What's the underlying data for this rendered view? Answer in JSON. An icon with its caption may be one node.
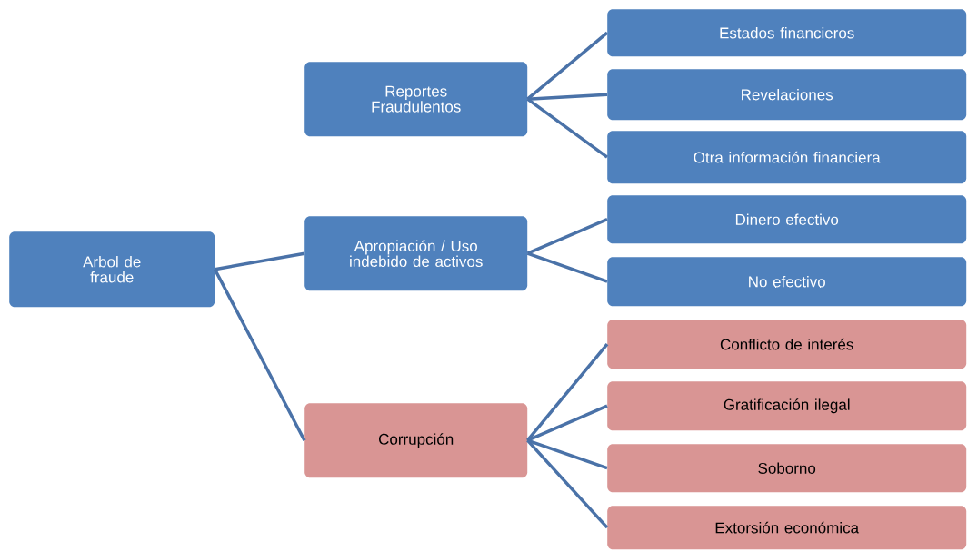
{
  "diagram": {
    "nodes": [
      {
        "text": [
          "Arbol de fraude"
        ]
      },
      {
        "text": [
          "Reportes Fraudulentos"
        ]
      },
      {
        "text": [
          "Apropiación / Uso indebido de activos"
        ]
      },
      {
        "text": [
          "Corrupción"
        ]
      },
      {
        "text": [
          "Estados financieros"
        ]
      },
      {
        "text": [
          "Revelaciones"
        ]
      },
      {
        "text": [
          "Otra información financiera"
        ]
      },
      {
        "text": [
          "Dinero efectivo"
        ]
      },
      {
        "text": [
          "No efectivo"
        ]
      },
      {
        "text": [
          "Conflicto de interés"
        ]
      },
      {
        "text": [
          "Gratificación ilegal"
        ]
      },
      {
        "text": [
          "Soborno"
        ]
      },
      {
        "text": [
          "Extorsión económica"
        ]
      }
    ],
    "edges": [
      {
        "from": 0,
        "to": 2,
        "arrow": "none"
      },
      {
        "from": 0,
        "to": 3,
        "arrow": "none"
      },
      {
        "from": 1,
        "to": 4,
        "arrow": "none"
      },
      {
        "from": 1,
        "to": 5,
        "arrow": "none"
      },
      {
        "from": 1,
        "to": 6,
        "arrow": "none"
      },
      {
        "from": 2,
        "to": 7,
        "arrow": "none"
      },
      {
        "from": 2,
        "to": 8,
        "arrow": "none"
      },
      {
        "from": 3,
        "to": 9,
        "arrow": "none"
      },
      {
        "from": 3,
        "to": 10,
        "arrow": "none"
      },
      {
        "from": 3,
        "to": 11,
        "arrow": "none"
      },
      {
        "from": 3,
        "to": 12,
        "arrow": "none"
      }
    ]
  }
}
